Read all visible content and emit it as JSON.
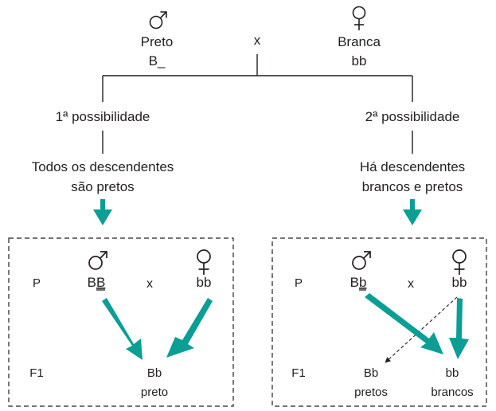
{
  "colors": {
    "accent": "#0a9e95",
    "text": "#231f20",
    "line": "#231f20"
  },
  "top": {
    "male_symbol": "♂",
    "male_phenotype": "Preto",
    "male_genotype": "B_",
    "cross": "x",
    "female_symbol": "♀",
    "female_phenotype": "Branca",
    "female_genotype": "bb"
  },
  "left_branch": {
    "label": "1ª possibilidade",
    "outcome_line1": "Todos os descendentes",
    "outcome_line2": "são pretos"
  },
  "right_branch": {
    "label": "2ª possibilidade",
    "outcome_line1": "Há descendentes",
    "outcome_line2": "brancos e pretos"
  },
  "left_box": {
    "p_label": "P",
    "male_symbol": "♂",
    "male_genotype_first": "B",
    "male_genotype_underlined": "B",
    "cross": "x",
    "female_symbol": "♀",
    "female_genotype": "bb",
    "f1_label": "F1",
    "offspring_genotype": "Bb",
    "offspring_phenotype": "preto"
  },
  "right_box": {
    "p_label": "P",
    "male_symbol": "♂",
    "male_genotype_first": "B",
    "male_genotype_underlined": "b",
    "cross": "x",
    "female_symbol": "♀",
    "female_genotype": "bb",
    "f1_label": "F1",
    "offspring1_genotype": "Bb",
    "offspring1_phenotype": "pretos",
    "offspring2_genotype": "bb",
    "offspring2_phenotype": "brancos"
  }
}
